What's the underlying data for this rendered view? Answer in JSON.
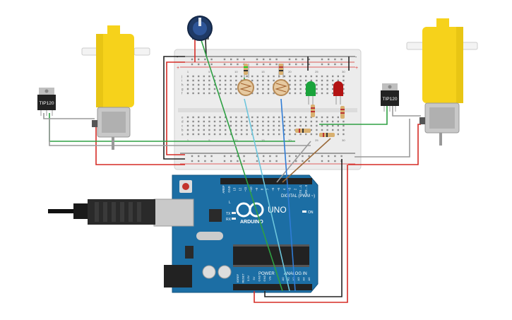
{
  "circuit": {
    "left_transistor_label": "TIP120",
    "right_transistor_label": "TIP120",
    "arduino": {
      "brand": "ARDUINO",
      "model": "UNO",
      "digital_header_label": "DIGITAL (PWM ~)",
      "power_label": "POWER",
      "analog_label": "ANALOG IN",
      "tx_label": "TX",
      "rx_label": "RX",
      "l_label": "L",
      "on_label": "ON",
      "digital_pins": [
        "AREF",
        "GND",
        "13",
        "12",
        "~11",
        "~10",
        "~9",
        "8",
        "7",
        "~6",
        "~5",
        "4",
        "~3",
        "2",
        "TX→1",
        "RX←0"
      ],
      "power_pins": [
        "IOREF",
        "RESET",
        "3.3V",
        "5V",
        "GND",
        "GND",
        "Vin"
      ],
      "analog_pins": [
        "A0",
        "A1",
        "A2",
        "A3",
        "A4",
        "A5"
      ]
    },
    "breadboard": {
      "column_numbers": [
        "1",
        "5",
        "10",
        "15",
        "20",
        "25",
        "30"
      ],
      "row_letters_top": [
        "j",
        "i",
        "h",
        "g",
        "f"
      ],
      "row_letters_bottom": [
        "e",
        "d",
        "c",
        "b",
        "a"
      ],
      "rail_minus": "-",
      "rail_plus": "+"
    },
    "colors": {
      "motor_yellow": "#f6d21b",
      "arduino_blue": "#1c6ea4",
      "wire_red": "#d52b25",
      "wire_green": "#2ea043",
      "wire_black": "#222222",
      "wire_cyan": "#6cc5dc",
      "wire_blue": "#2f7cd6",
      "wire_brown": "#9a6a3a",
      "wire_gray": "#9a9a9a",
      "led_green": "#1aa33b",
      "led_red": "#b31313",
      "breadboard": "#e9e9e9"
    }
  }
}
